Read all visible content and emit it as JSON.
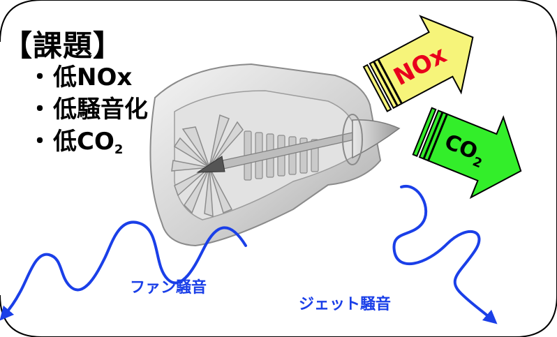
{
  "heading": "【課題】",
  "issues": [
    {
      "bullet": "・",
      "text": "低NOx"
    },
    {
      "bullet": "・",
      "text": "低騒音化"
    },
    {
      "bullet": "・",
      "text": "低CO",
      "subscript": "2"
    }
  ],
  "arrows": {
    "nox": {
      "label": "NOx"
    },
    "co2": {
      "label": "CO",
      "subscript": "2"
    }
  },
  "noise": {
    "fan": "ファン騒音",
    "jet": "ジェット騒音"
  },
  "colors": {
    "nox_fill": "#f6f47a",
    "co2_fill": "#33ee2a",
    "arrow_text": "#e8001c",
    "noise_wave": "#1a3fe8",
    "frame": "#000000"
  },
  "icons": [
    "jet-engine-cutaway",
    "sound-wave"
  ]
}
